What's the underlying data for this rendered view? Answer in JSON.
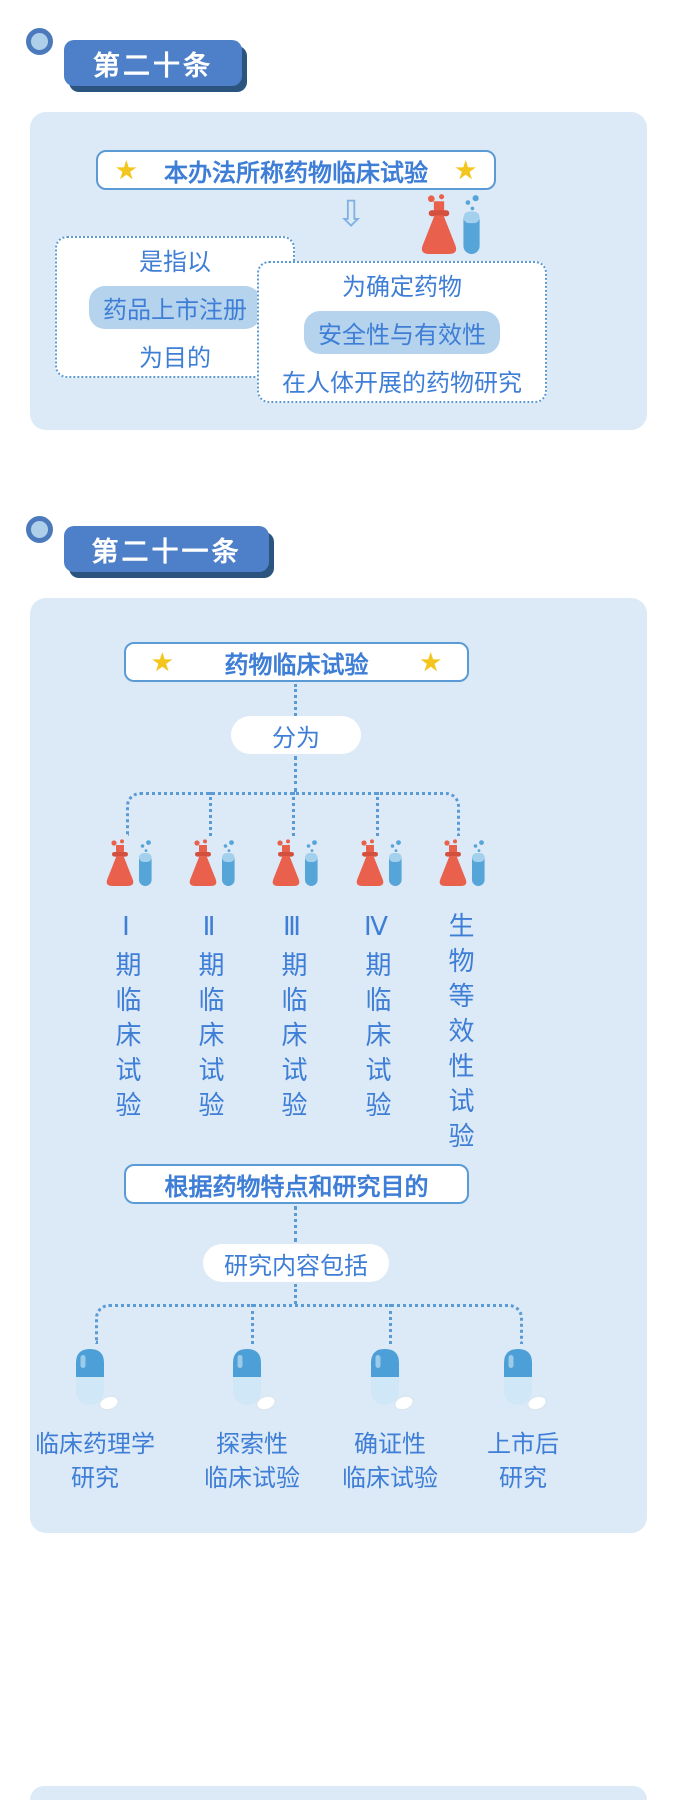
{
  "colors": {
    "panel_bg": "#dce9f6",
    "badge_bg": "#4d80c8",
    "badge_shadow": "#2b547f",
    "text_blue": "#3e7ed6",
    "border_blue": "#5b9bd5",
    "highlight_bg": "#b5d3ed",
    "star_yellow": "#f3c51d",
    "flask_red": "#e9604d",
    "tube_blue": "#56a5d9",
    "capsule_blue": "#4d9fd7"
  },
  "icons": {
    "star": "★",
    "arrow_down": "⇩"
  },
  "section1": {
    "badge": "第二十条",
    "title": "本办法所称药物临床试验",
    "left_box": {
      "line1": "是指以",
      "highlight": "药品上市注册",
      "line2": "为目的"
    },
    "right_box": {
      "line1": "为确定药物",
      "highlight": "安全性与有效性",
      "line2": "在人体开展的药物研究"
    }
  },
  "section2": {
    "badge": "第二十一条",
    "title": "药物临床试验",
    "divide_label": "分为",
    "trial_phases": [
      "Ⅰ期临床试验",
      "Ⅱ期临床试验",
      "Ⅲ期临床试验",
      "Ⅳ期临床试验",
      "生物等效性试验"
    ],
    "basis_label": "根据药物特点和研究目的",
    "content_label": "研究内容包括",
    "research_types": [
      {
        "line1": "临床药理学",
        "line2": "研究"
      },
      {
        "line1": "探索性",
        "line2": "临床试验"
      },
      {
        "line1": "确证性",
        "line2": "临床试验"
      },
      {
        "line1": "上市后",
        "line2": "研究"
      }
    ]
  }
}
